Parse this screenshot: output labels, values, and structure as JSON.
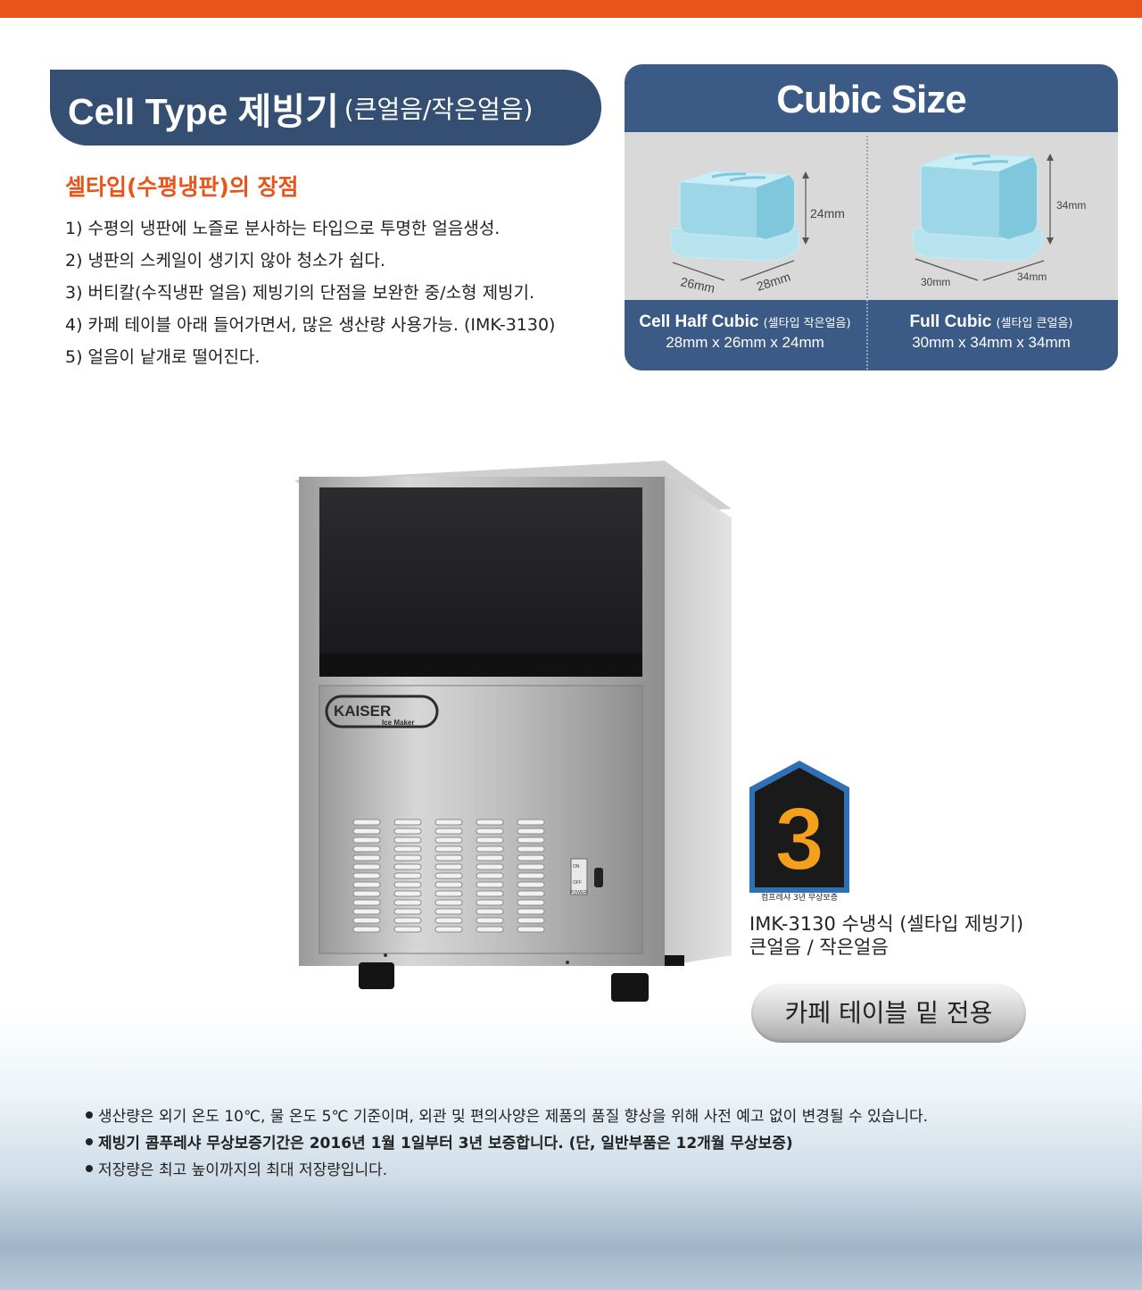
{
  "header": {
    "title_main": "Cell Type 제빙기",
    "title_sub": "(큰얼음/작은얼음)"
  },
  "advantages": {
    "heading": "셀타입(수평냉판)의 장점",
    "items": [
      "1) 수평의 냉판에 노즐로 분사하는 타입으로 투명한 얼음생성.",
      "2) 냉판의 스케일이 생기지 않아 청소가 쉽다.",
      "3) 버티칼(수직냉판 얼음) 제빙기의 단점을 보완한 중/소형 제빙기.",
      "4) 카페 테이블 아래 들어가면서, 많은 생산량 사용가능. (IMK-3130)",
      "5) 얼음이 낱개로 떨어진다."
    ]
  },
  "cubic": {
    "title": "Cubic Size",
    "half": {
      "name": "Cell Half Cubic",
      "sub": "(셀타입 작은얼음)",
      "dims": "28mm x 26mm x 24mm",
      "label_height": "24mm",
      "label_left": "26mm",
      "label_right": "28mm"
    },
    "full": {
      "name": "Full Cubic",
      "sub": "(셀타입 큰얼음)",
      "dims": "30mm x 34mm x 34mm",
      "label_height": "34mm",
      "label_left": "30mm",
      "label_right": "34mm"
    }
  },
  "machine": {
    "brand": "KAISER",
    "brand_sub": "Ice Maker",
    "switch_on": "ON",
    "switch_off": "OFF",
    "switch_power": "POWER"
  },
  "badge": {
    "number": "3",
    "caption": "컴프레샤 3년 무상보증"
  },
  "model": {
    "line1": "IMK-3130 수냉식 (셀타입 제빙기)",
    "line2": "큰얼음 / 작은얼음"
  },
  "cafe_label": "카페 테이블 밑 전용",
  "notes": [
    "생산량은 외기 온도 10℃, 물 온도 5℃ 기준이며, 외관 및 편의사양은 제품의 품질 향상을 위해 사전 예고 없이 변경될 수 있습니다.",
    "제빙기 콤푸레샤 무상보증기간은 2016년 1월 1일부터 3년 보증합니다. (단, 일반부품은 12개월 무상보증)",
    "저장량은 최고 높이까지의 최대 저장량입니다."
  ],
  "colors": {
    "accent": "#e8541a",
    "navy": "#344f72",
    "panel_blue": "#3b5b86",
    "ice_blue": "#a8dcea"
  }
}
